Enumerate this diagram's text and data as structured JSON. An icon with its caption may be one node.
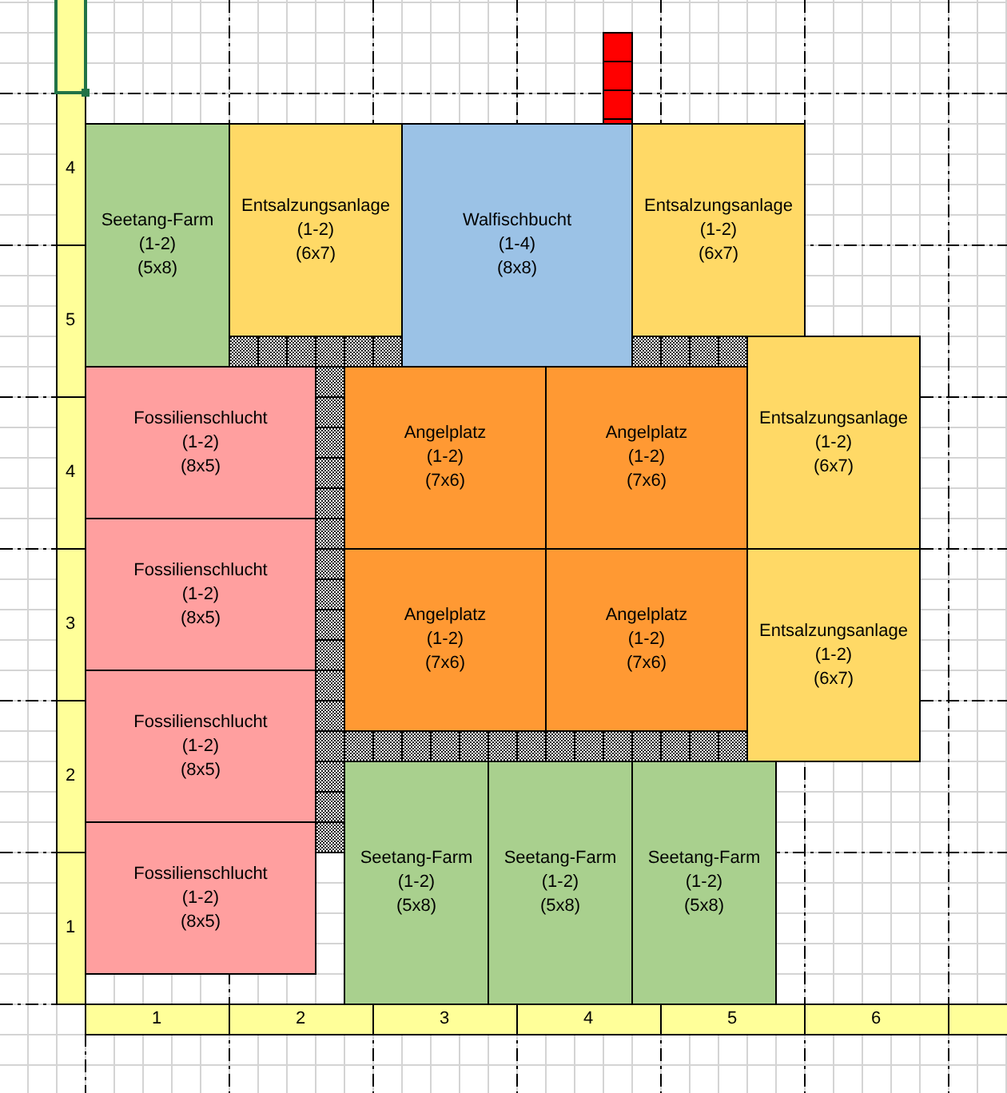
{
  "diagram": {
    "nodes": [
      {
        "text": [],
        "shape": "box"
      },
      {
        "text": [
          "Seetang-Farm",
          "(1-2)",
          "(5x8)"
        ]
      },
      {
        "text": [
          "Entsalzungsanlage",
          "(1-2)",
          "(6x7)"
        ]
      },
      {
        "text": [
          "Walfischbucht",
          "(1-4)",
          "(8x8)"
        ]
      },
      {
        "text": [
          "Entsalzungsanlage",
          "(1-2)",
          "(6x7)"
        ]
      },
      {
        "text": [
          "Entsalzungsanlage",
          "(1-2)",
          "(6x7)"
        ]
      },
      {
        "text": [
          "Fossilienschlucht",
          "(1-2)",
          "(8x5)"
        ]
      },
      {
        "text": [
          "Angelplatz",
          "(1-2)",
          "(7x6)"
        ]
      },
      {
        "text": [
          "Angelplatz",
          "(1-2)",
          "(7x6)"
        ]
      },
      {
        "text": [
          "Fossilienschlucht",
          "(1-2)",
          "(8x5)"
        ]
      },
      {
        "text": [
          "Angelplatz",
          "(1-2)",
          "(7x6)"
        ]
      },
      {
        "text": [
          "Angelplatz",
          "(1-2)",
          "(7x6)"
        ]
      },
      {
        "text": [
          "Entsalzungsanlage",
          "(1-2)",
          "(6x7)"
        ]
      },
      {
        "text": [
          "Fossilienschlucht",
          "(1-2)",
          "(8x5)"
        ]
      },
      {
        "text": [
          "Seetang-Farm",
          "(1-2)",
          "(5x8)"
        ]
      },
      {
        "text": [
          "Seetang-Farm",
          "(1-2)",
          "(5x8)"
        ]
      },
      {
        "text": [
          "Seetang-Farm",
          "(1-2)",
          "(5x8)"
        ]
      },
      {
        "text": [
          "Fossilienschlucht",
          "(1-2)",
          "(8x5)"
        ]
      }
    ],
    "labels": [
      "4",
      "5",
      "4",
      "3",
      "2",
      "1",
      "1",
      "2",
      "3",
      "4",
      "5",
      "6"
    ]
  }
}
